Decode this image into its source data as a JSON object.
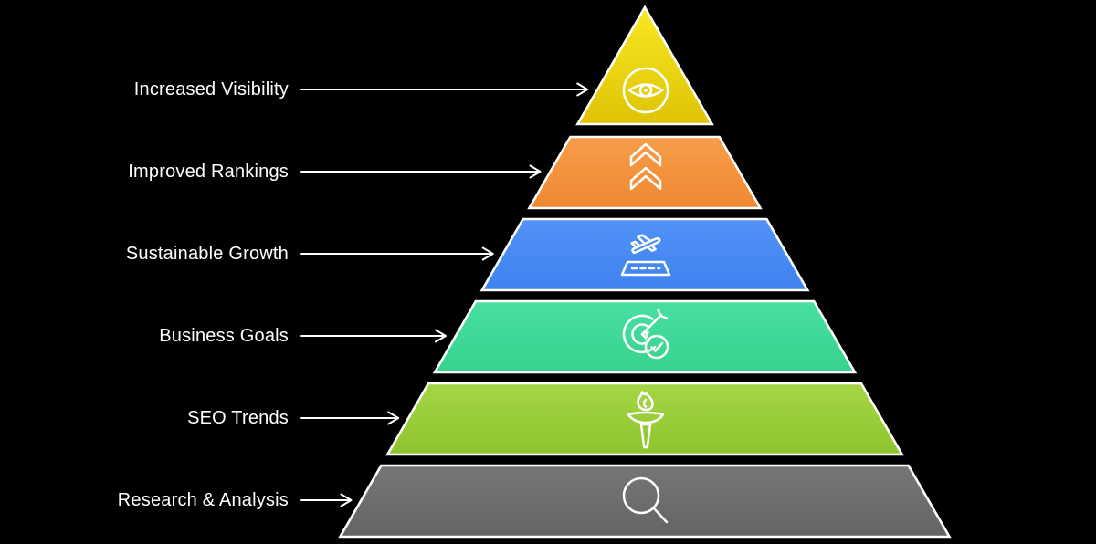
{
  "canvas": {
    "background": "#000000"
  },
  "pyramid": {
    "stroke_color": "#FFFFFF",
    "arrow_color": "#FFFFFF",
    "label_color": "#FFFFFF",
    "levels": [
      {
        "label": "Increased Visibility",
        "icon": "eye-icon",
        "color_top": "#F7E822",
        "color_bottom": "#DFC306"
      },
      {
        "label": "Improved Rankings",
        "icon": "chevrons-up-icon",
        "color_top": "#F89D4B",
        "color_bottom": "#EF8730"
      },
      {
        "label": "Sustainable Growth",
        "icon": "plane-takeoff-icon",
        "color_top": "#5292F8",
        "color_bottom": "#3F82EF"
      },
      {
        "label": "Business Goals",
        "icon": "target-check-icon",
        "color_top": "#48E0A2",
        "color_bottom": "#37D28D"
      },
      {
        "label": "SEO Trends",
        "icon": "torch-icon",
        "color_top": "#A5D546",
        "color_bottom": "#8EC52E"
      },
      {
        "label": "Research & Analysis",
        "icon": "search-icon",
        "color_top": "#777676",
        "color_bottom": "#656464"
      }
    ]
  }
}
